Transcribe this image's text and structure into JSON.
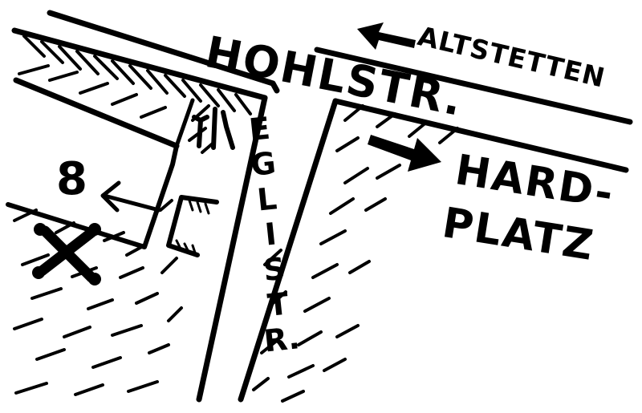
{
  "streets": {
    "hohlstrasse": "HOHLSTR.",
    "eglistrasse": [
      "E",
      "G",
      "L",
      "I",
      "S",
      "T",
      "R."
    ]
  },
  "directions": {
    "altstetten": "ALTSTETTEN",
    "hardplatz_line1": "HARD-",
    "hardplatz_line2": "PLATZ"
  },
  "house_number": "8",
  "icons": {
    "restaurant": "fork-knife-icon",
    "crossed_bones": "crossed-bones-icon",
    "entrance": "bracket-entrance-icon"
  },
  "colors": {
    "ink": "#000000",
    "paper": "#ffffff"
  }
}
